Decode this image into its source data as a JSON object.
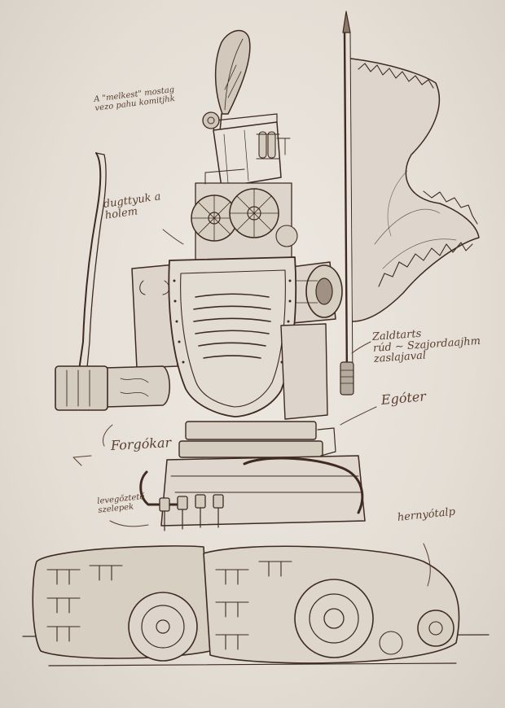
{
  "annotations": {
    "plume_note": [
      "A \"melkest\" mostag",
      "vezo pahu komitjhk"
    ],
    "head_note": [
      "dugttyuk a",
      "holem"
    ],
    "flag_note": [
      "Zaldtarts",
      "rúd ~ Szajordaajhm",
      "zaslajaval"
    ],
    "body_note": "Egóter",
    "arm_note": "Forgókar",
    "valve_note": [
      "levegőztető",
      "szelepek"
    ],
    "track_note": "hernyótalp"
  },
  "colors": {
    "paper": "#e6e0d8",
    "ink": "#5a3f30",
    "ink_dark": "#3e2a20"
  }
}
